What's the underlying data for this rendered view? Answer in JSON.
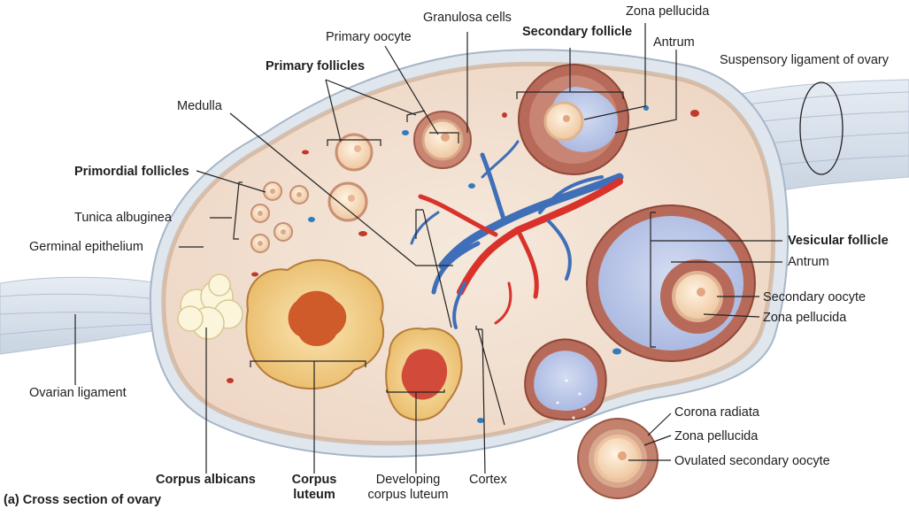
{
  "caption": "(a) Cross section of ovary",
  "labels": {
    "granulosa_cells": "Granulosa cells",
    "zona_pellucida_top": "Zona pellucida",
    "primary_oocyte": "Primary oocyte",
    "secondary_follicle": "Secondary follicle",
    "antrum_top": "Antrum",
    "primary_follicles": "Primary follicles",
    "suspensory_ligament": "Suspensory ligament of ovary",
    "medulla": "Medulla",
    "primordial_follicles": "Primordial follicles",
    "tunica_albuginea": "Tunica albuginea",
    "germinal_epithelium": "Germinal epithelium",
    "vesicular_follicle": "Vesicular follicle",
    "antrum_right": "Antrum",
    "secondary_oocyte": "Secondary oocyte",
    "zona_pellucida_right": "Zona pellucida",
    "ovarian_ligament": "Ovarian ligament",
    "corona_radiata": "Corona radiata",
    "zona_pellucida_bottom": "Zona pellucida",
    "ovulated_secondary_oocyte": "Ovulated secondary oocyte",
    "corpus_albicans": "Corpus albicans",
    "corpus_luteum_line1": "Corpus",
    "corpus_luteum_line2": "luteum",
    "developing_cl_line1": "Developing",
    "developing_cl_line2": "corpus luteum",
    "cortex": "Cortex"
  },
  "colors": {
    "stroma": "#f3e4d6",
    "capsule": "#d9e1ea",
    "follicle_wall": "#b86a5a",
    "antrum": "#b9c6e6",
    "oocyte": "#f7dcc0",
    "corpus_luteum": "#f6d98e",
    "artery": "#d8322b",
    "vein": "#3f6fb8",
    "leader_line": "#222222"
  }
}
